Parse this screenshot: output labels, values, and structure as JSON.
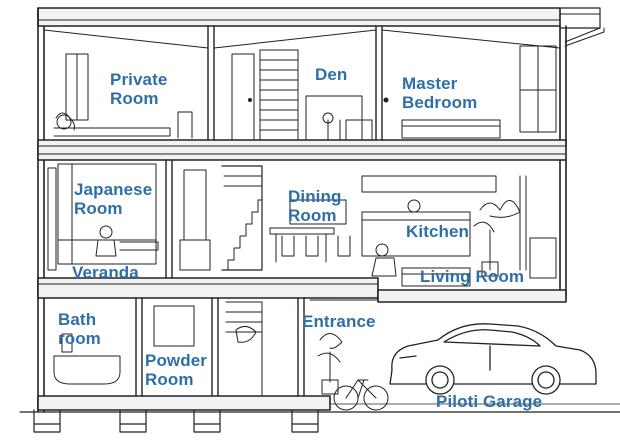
{
  "label_color": "#2f6fa8",
  "line_color": "#222222",
  "rooms": {
    "private_room": "Private\nRoom",
    "den": "Den",
    "master_bedroom": "Master\nBedroom",
    "japanese_room": "Japanese\nRoom",
    "dining_room": "Dining\nRoom",
    "kitchen": "Kitchen",
    "veranda": "Veranda",
    "living_room": "Living Room",
    "bath_room": "Bath\nroom",
    "entrance": "Entrance",
    "powder_room": "Powder\nRoom",
    "piloti_garage": "Piloti Garage"
  }
}
